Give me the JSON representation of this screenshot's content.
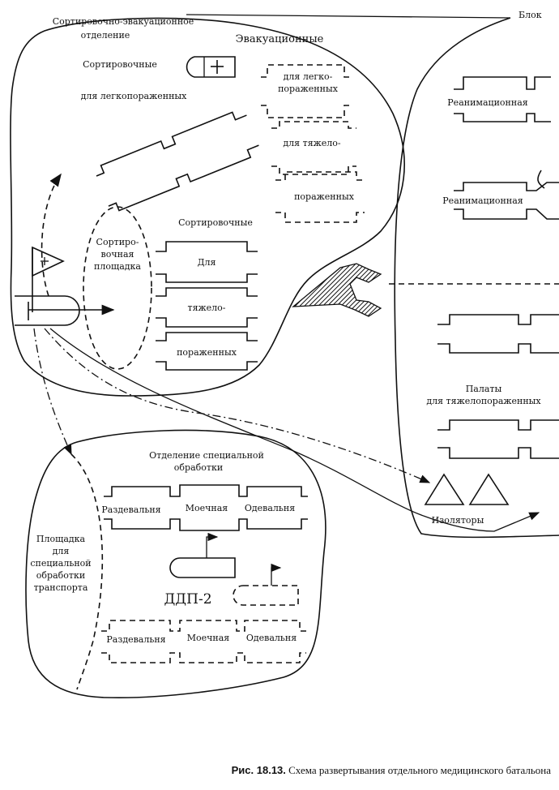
{
  "labels": {
    "triage_dept": "Сортировочно-эвакуационное",
    "triage_dept_2": "отделение",
    "evacuation": "Эвакуационные",
    "sorting_top": "Сортировочные",
    "for_light": "для легкопораженных",
    "evac_light_1": "для легко-",
    "evac_light_2": "пораженных",
    "evac_heavy_1": "для тяжело-",
    "evac_heavy_2": "пораженных",
    "sort_area_1": "Сортиро-",
    "sort_area_2": "вочная",
    "sort_area_3": "площадка",
    "sorting_mid": "Сортировочные",
    "heavy_1": "Для",
    "heavy_2": "тяжело-",
    "heavy_3": "пораженных",
    "block": "Блок",
    "reanim_1": "Реанимационная",
    "reanim_2": "Реанимационная",
    "wards_1": "Палаты",
    "wards_2": "для тяжелопораженных",
    "isolators": "Изоляторы",
    "spec_dept_1": "Отделение специальной",
    "spec_dept_2": "обработки",
    "undress_1": "Раздевальня",
    "wash_1": "Моечная",
    "dress_1": "Одевальня",
    "ddp": "ДДП-2",
    "undress_2": "Раздевальня",
    "wash_2": "Моечная",
    "dress_2": "Одевальня",
    "transport_1": "Площадка",
    "transport_2": "для",
    "transport_3": "специальной",
    "transport_4": "обработки",
    "transport_5": "транспорта"
  },
  "caption": {
    "figure": "Рис. 18.13.",
    "text": "Схема развертывания отдельного медицинского батальона"
  },
  "icons": {
    "ambulance": "ambulance-cross-icon",
    "flag": "triage-flag-icon",
    "isolator": "triangle-tent-icon"
  }
}
